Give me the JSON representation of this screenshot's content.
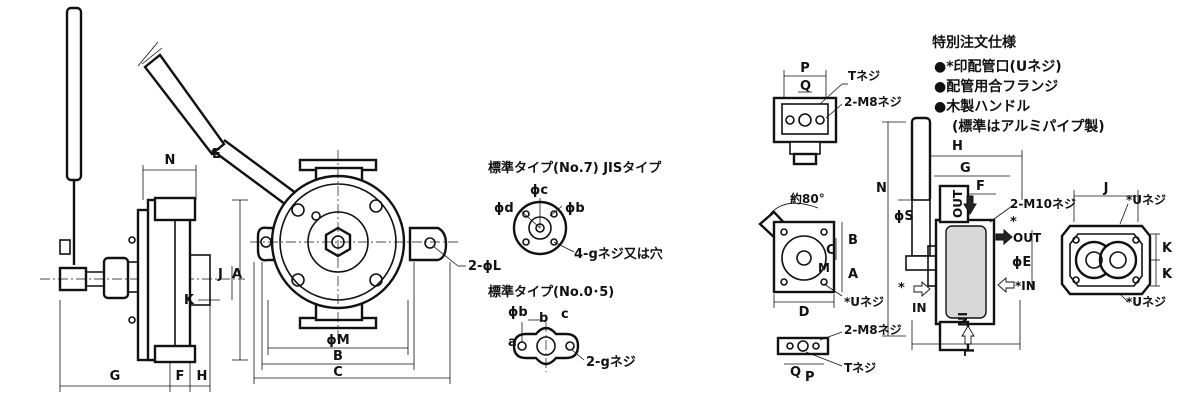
{
  "front_view": {
    "labels": {
      "N": "N",
      "E": "E",
      "J": "J",
      "A": "A",
      "K": "K",
      "G": "G",
      "F": "F",
      "H": "H",
      "M": "ϕM",
      "B": "B",
      "C": "C",
      "L": "2-ϕL"
    }
  },
  "flange_std7": {
    "title": "標準タイプ(No.7) JISタイプ",
    "labels": {
      "d": "ϕd",
      "c": "ϕc",
      "b": "ϕb",
      "note": "4-gネジ又は穴"
    }
  },
  "flange_std05": {
    "title": "標準タイプ(No.0･5)",
    "labels": {
      "b1": "ϕb",
      "b2": "b",
      "c": "c",
      "a": "a",
      "note": "2-gネジ"
    }
  },
  "special_order": {
    "title": "特別注文仕様",
    "items": [
      "●*印配管口(Uネジ)",
      "●配管用合フランジ",
      "●木製ハンドル"
    ],
    "subnote": "(標準はアルミパイプ製)"
  },
  "top_view": {
    "labels": {
      "P": "P",
      "Q": "Q",
      "T": "Tネジ",
      "M8": "2-M8ネジ"
    }
  },
  "right_front": {
    "labels": {
      "angle": "約80°",
      "C": "C",
      "B": "B",
      "M": "M",
      "A": "A",
      "D": "D",
      "U": "*Uネジ"
    }
  },
  "bottom_view": {
    "labels": {
      "M8": "2-M8ネジ",
      "T": "Tネジ",
      "Q": "Q",
      "P": "P"
    }
  },
  "side_view": {
    "labels": {
      "H": "H",
      "G": "G",
      "F": "F",
      "N": "N",
      "S": "ϕS",
      "M10": "2-M10ネジ",
      "out": "OUT",
      "out2": "OUT",
      "star": "*",
      "E": "ϕE",
      "in_r": "*IN",
      "in_l": "IN",
      "in_v": "IN",
      "L": "L",
      "star2": "*"
    }
  },
  "end_view": {
    "labels": {
      "J": "J",
      "U1": "*Uネジ",
      "U2": "*Uネジ",
      "K1": "K",
      "K2": "K"
    }
  }
}
